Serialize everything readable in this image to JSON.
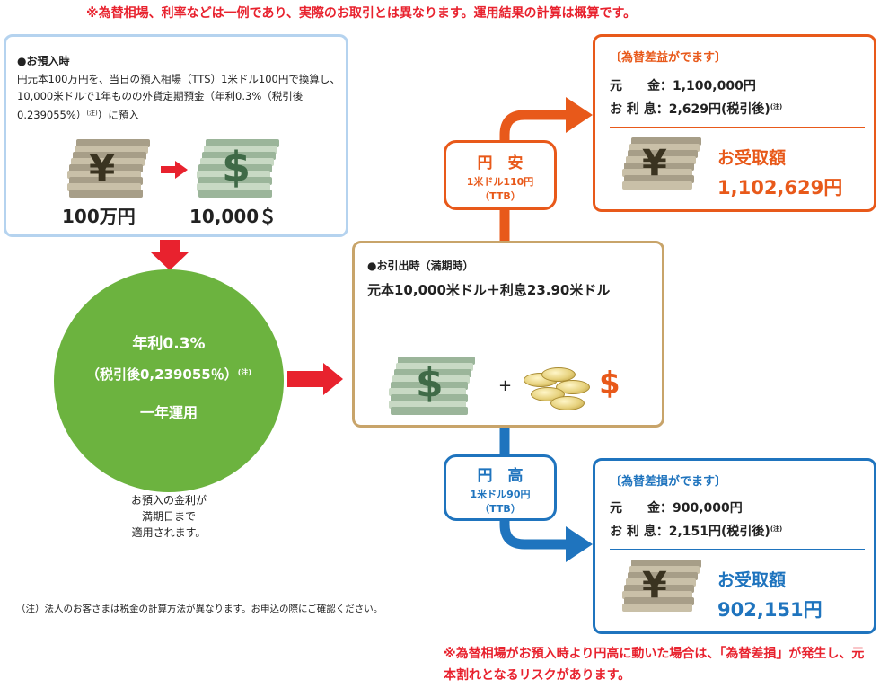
{
  "top_note": "※為替相場、利率などは一例であり、実際のお取引とは異なります。運用結果の計算は概算です。",
  "deposit": {
    "heading": "●お預入時",
    "desc": "円元本100万円を、当日の預入相場（TTS）1米ドル100円で換算し、10,000米ドルで1年ものの外貨定期預金（年利0.3%（税引後0.239055%）",
    "desc_note": "(注)",
    "desc_end": "）に預入",
    "yen_amount": "100万円",
    "usd_amount": "10,000＄"
  },
  "circle": {
    "line1": "年利0.3%",
    "line2": "（税引後0,239055％）",
    "line2_note": "(注)",
    "line3": "一年運用"
  },
  "circle_caption": "お預入の金利が\n満期日まで\n適用されます。",
  "withdraw": {
    "heading": "●お引出時（満期時）",
    "body": "元本10,000米ドル＋利息23.90米ドル",
    "plus": "+",
    "dollar": "$"
  },
  "yen_weak": {
    "title": "円　安",
    "rate": "1米ドル110円",
    "basis": "（TTB）"
  },
  "yen_strong": {
    "title": "円　高",
    "rate": "1米ドル90円",
    "basis": "（TTB）"
  },
  "gain": {
    "heading": "〔為替差益がでます〕",
    "principal_label": "元　　金：",
    "principal_value": "1,100,000円",
    "interest_label": "お 利 息：",
    "interest_value": "2,629円(税引後)",
    "interest_note": "(注)",
    "receive_label": "お受取額",
    "receive_value": "1,102,629円"
  },
  "loss": {
    "heading": "〔為替差損がでます〕",
    "principal_label": "元　　金：",
    "principal_value": "900,000円",
    "interest_label": "お 利 息：",
    "interest_value": "2,151円(税引後)",
    "interest_note": "(注)",
    "receive_label": "お受取額",
    "receive_value": "902,151円"
  },
  "footnote": "（注）法人のお客さまは税金の計算方法が異なります。お申込の際にご確認ください。",
  "bottom_note": "※為替相場がお預入時より円高に動いた場合は、「為替差損」が発生し、元本割れとなるリスクがあります。",
  "symbols": {
    "yen": "¥",
    "usd": "$"
  },
  "colors": {
    "red": "#e8222e",
    "orange": "#e8591a",
    "blue": "#1f74be",
    "green": "#6cb33f",
    "light_blue_border": "#b5d3ef",
    "tan_border": "#c8a46a"
  }
}
